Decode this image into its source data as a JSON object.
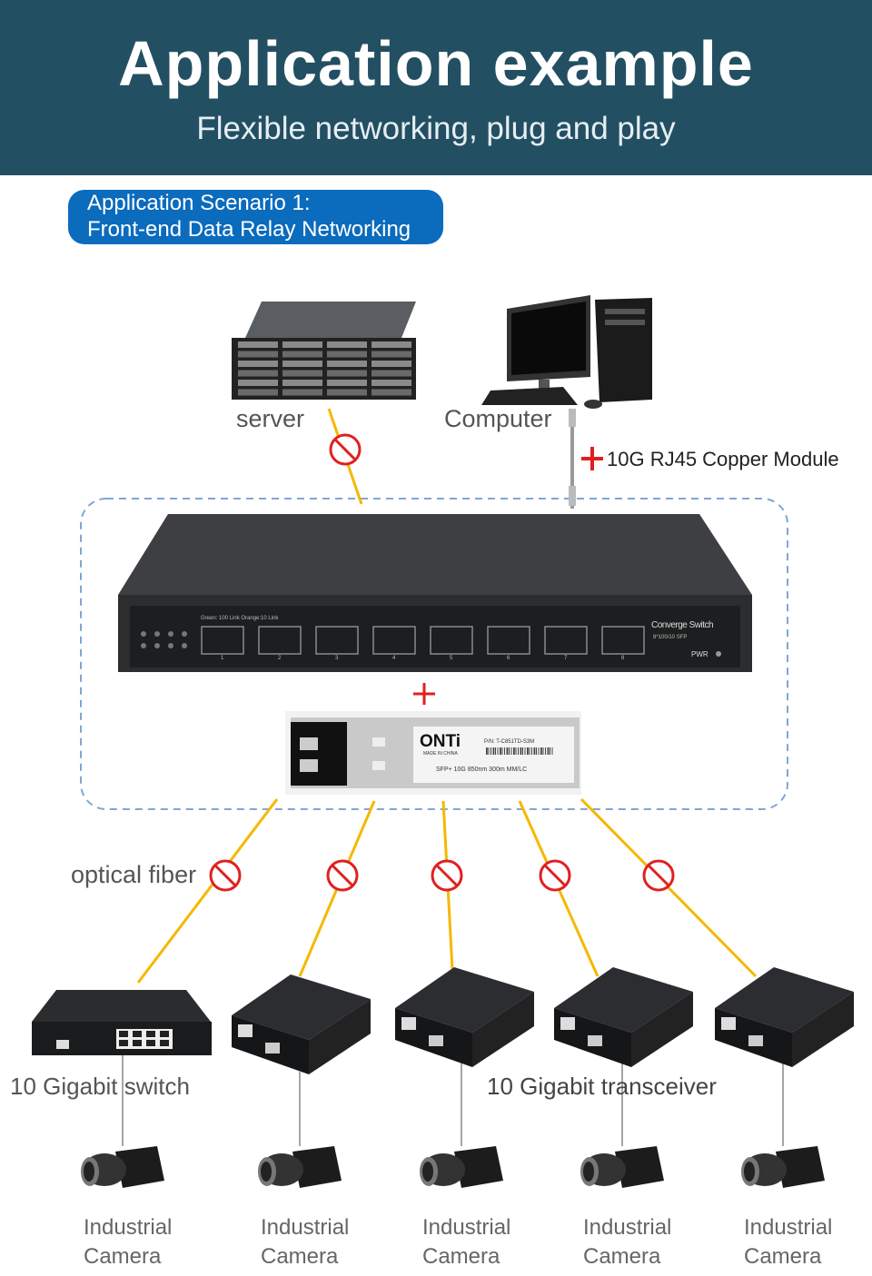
{
  "header": {
    "title": "Application example",
    "subtitle": "Flexible networking, plug and play"
  },
  "scenario": {
    "line1": "Application Scenario 1:",
    "line2": "Front-end Data Relay Networking"
  },
  "labels": {
    "server": "server",
    "computer": "Computer",
    "copper_module": "10G RJ45 Copper Module",
    "optical_fiber": "optical fiber",
    "switch": "10 Gigabit switch",
    "transceiver": "10 Gigabit transceiver"
  },
  "converge_switch": {
    "brand": "Converge Switch",
    "spec": "8*100/10 SFP",
    "legend": "Green: 100 Link  Orange:10 Link",
    "pwr": "PWR",
    "ports": [
      "1",
      "2",
      "3",
      "4",
      "5",
      "6",
      "7",
      "8"
    ]
  },
  "sfp_module": {
    "brand": "ONTi",
    "made": "MADE IN CHINA",
    "model": "P/N: T-C851TD-S3M",
    "spec": "SFP+ 10G 850nm 300m MM/LC"
  },
  "cameras": [
    {
      "line1": "Industrial",
      "line2": "Camera"
    },
    {
      "line1": "Industrial",
      "line2": "Camera"
    },
    {
      "line1": "Industrial",
      "line2": "Camera"
    },
    {
      "line1": "Industrial",
      "line2": "Camera"
    },
    {
      "line1": "Industrial",
      "line2": "Camera"
    }
  ],
  "colors": {
    "header": "#234f63",
    "badge": "#0b6bbd",
    "fiber": "#f5b800",
    "forbidden": "#e02020",
    "dashed_frame": "#7fa6d6"
  }
}
